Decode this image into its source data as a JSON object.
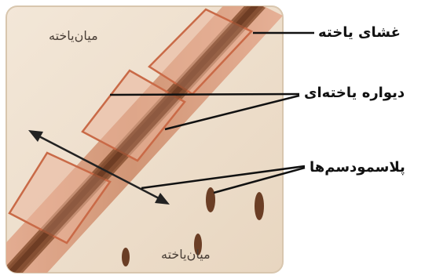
{
  "labels": {
    "cytoplasm_top": "میان‌یاخته",
    "cytoplasm_bottom": "میان‌یاخته",
    "cell_membrane": "غشای یاخته",
    "cell_wall": "دیواره یاخته‌ای",
    "plasmodesmata": "پلاسمودسم‌ها"
  },
  "colors": {
    "cytoplasm": "#efe1cf",
    "wall_outer": "#e3a98c",
    "wall_mid": "#c98c6a",
    "wall_core": "#7a4529",
    "membrane_edge": "#c96a47",
    "arrow": "#222222"
  }
}
